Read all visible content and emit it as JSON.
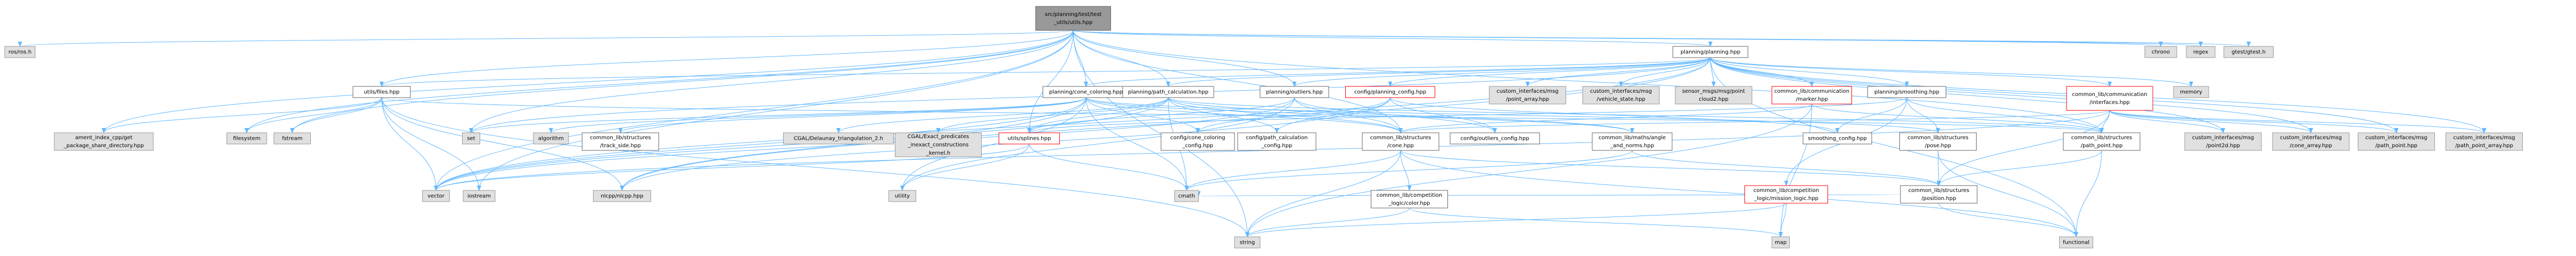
{
  "graph": {
    "root": "src/planning/test/test_utils/utils.hpp"
  },
  "styles": {
    "root": {
      "fill": "#999999",
      "stroke": "#666666"
    },
    "file": {
      "fill": "#ffffff",
      "stroke": "#666666"
    },
    "external": {
      "fill": "#e0e0e0",
      "stroke": "#999999"
    },
    "error": {
      "fill": "#ffffff",
      "stroke": "#ff0000"
    },
    "edge_color": "#63b8ff"
  },
  "nodes": [
    {
      "id": "root",
      "lines": [
        "src/planning/test/test",
        "_utils/utils.hpp"
      ],
      "kind": "root"
    },
    {
      "id": "ros",
      "lines": [
        "ros/ros.h"
      ],
      "kind": "external"
    },
    {
      "id": "chrono",
      "lines": [
        "chrono"
      ],
      "kind": "external"
    },
    {
      "id": "regex",
      "lines": [
        "regex"
      ],
      "kind": "external"
    },
    {
      "id": "gtest",
      "lines": [
        "gtest/gtest.h"
      ],
      "kind": "external"
    },
    {
      "id": "planning",
      "lines": [
        "planning/planning.hpp"
      ],
      "kind": "file"
    },
    {
      "id": "utils_files",
      "lines": [
        "utils/files.hpp"
      ],
      "kind": "file"
    },
    {
      "id": "cone_coloring",
      "lines": [
        "planning/cone_coloring.hpp"
      ],
      "kind": "file"
    },
    {
      "id": "path_calculation",
      "lines": [
        "planning/path_calculation.hpp"
      ],
      "kind": "file"
    },
    {
      "id": "outliers",
      "lines": [
        "planning/outliers.hpp"
      ],
      "kind": "file"
    },
    {
      "id": "planning_config",
      "lines": [
        "config/planning_config.hpp"
      ],
      "kind": "error"
    },
    {
      "id": "point_array",
      "lines": [
        "custom_interfaces/msg",
        "/point_array.hpp"
      ],
      "kind": "external"
    },
    {
      "id": "vehicle_state",
      "lines": [
        "custom_interfaces/msg",
        "/vehicle_state.hpp"
      ],
      "kind": "external"
    },
    {
      "id": "pointcloud2",
      "lines": [
        "sensor_msgs/msg/point",
        "cloud2.hpp"
      ],
      "kind": "external"
    },
    {
      "id": "marker",
      "lines": [
        "common_lib/communication",
        "/marker.hpp"
      ],
      "kind": "error"
    },
    {
      "id": "smoothing",
      "lines": [
        "planning/smoothing.hpp"
      ],
      "kind": "file"
    },
    {
      "id": "interfaces",
      "lines": [
        "common_lib/communication",
        "/interfaces.hpp"
      ],
      "kind": "error"
    },
    {
      "id": "memory",
      "lines": [
        "memory"
      ],
      "kind": "external"
    },
    {
      "id": "ament",
      "lines": [
        "ament_index_cpp/get",
        "_package_share_directory.hpp"
      ],
      "kind": "external"
    },
    {
      "id": "filesystem",
      "lines": [
        "filesystem"
      ],
      "kind": "external"
    },
    {
      "id": "fstream",
      "lines": [
        "fstream"
      ],
      "kind": "external"
    },
    {
      "id": "set",
      "lines": [
        "set"
      ],
      "kind": "external"
    },
    {
      "id": "algorithm",
      "lines": [
        "algorithm"
      ],
      "kind": "external"
    },
    {
      "id": "track_side",
      "lines": [
        "common_lib/structures",
        "/track_side.hpp"
      ],
      "kind": "file"
    },
    {
      "id": "delaunay",
      "lines": [
        "CGAL/Delaunay_triangulation_2.h"
      ],
      "kind": "external"
    },
    {
      "id": "exact_pred",
      "lines": [
        "CGAL/Exact_predicates",
        "_inexact_constructions",
        "_kernel.h"
      ],
      "kind": "external"
    },
    {
      "id": "splines",
      "lines": [
        "utils/splines.hpp"
      ],
      "kind": "error"
    },
    {
      "id": "cone_coloring_cfg",
      "lines": [
        "config/cone_coloring",
        "_config.hpp"
      ],
      "kind": "file"
    },
    {
      "id": "path_calc_cfg",
      "lines": [
        "config/path_calculation",
        "_config.hpp"
      ],
      "kind": "file"
    },
    {
      "id": "cone",
      "lines": [
        "common_lib/structures",
        "/cone.hpp"
      ],
      "kind": "file"
    },
    {
      "id": "outliers_cfg",
      "lines": [
        "config/outliers_config.hpp"
      ],
      "kind": "file"
    },
    {
      "id": "angle_norms",
      "lines": [
        "common_lib/maths/angle",
        "_and_norms.hpp"
      ],
      "kind": "file"
    },
    {
      "id": "smoothing_cfg",
      "lines": [
        "smoothing_config.hpp"
      ],
      "kind": "file"
    },
    {
      "id": "pose",
      "lines": [
        "common_lib/structures",
        "/pose.hpp"
      ],
      "kind": "file"
    },
    {
      "id": "path_point",
      "lines": [
        "common_lib/structures",
        "/path_point.hpp"
      ],
      "kind": "file"
    },
    {
      "id": "point2d",
      "lines": [
        "custom_interfaces/msg",
        "/point2d.hpp"
      ],
      "kind": "external"
    },
    {
      "id": "cone_array",
      "lines": [
        "custom_interfaces/msg",
        "/cone_array.hpp"
      ],
      "kind": "external"
    },
    {
      "id": "path_point_msg",
      "lines": [
        "custom_interfaces/msg",
        "/path_point.hpp"
      ],
      "kind": "external"
    },
    {
      "id": "path_point_array",
      "lines": [
        "custom_interfaces/msg",
        "/path_point_array.hpp"
      ],
      "kind": "external"
    },
    {
      "id": "vector",
      "lines": [
        "vector"
      ],
      "kind": "external"
    },
    {
      "id": "iostream",
      "lines": [
        "iostream"
      ],
      "kind": "external"
    },
    {
      "id": "nlcpp",
      "lines": [
        "nlcpp/nlcpp.hpp"
      ],
      "kind": "external"
    },
    {
      "id": "utility",
      "lines": [
        "utility"
      ],
      "kind": "external"
    },
    {
      "id": "cmath",
      "lines": [
        "cmath"
      ],
      "kind": "external"
    },
    {
      "id": "color",
      "lines": [
        "common_lib/competition",
        "_logic/color.hpp"
      ],
      "kind": "file"
    },
    {
      "id": "mission_logic",
      "lines": [
        "common_lib/competition",
        "_logic/mission_logic.hpp"
      ],
      "kind": "error"
    },
    {
      "id": "position",
      "lines": [
        "common_lib/structures",
        "/position.hpp"
      ],
      "kind": "file"
    },
    {
      "id": "string",
      "lines": [
        "string"
      ],
      "kind": "external"
    },
    {
      "id": "map",
      "lines": [
        "map"
      ],
      "kind": "external"
    },
    {
      "id": "functional",
      "lines": [
        "functional"
      ],
      "kind": "external"
    }
  ],
  "edges": [
    [
      "root",
      "ros"
    ],
    [
      "root",
      "chrono"
    ],
    [
      "root",
      "regex"
    ],
    [
      "root",
      "gtest"
    ],
    [
      "root",
      "planning"
    ],
    [
      "root",
      "utils_files"
    ],
    [
      "root",
      "ament"
    ],
    [
      "root",
      "filesystem"
    ],
    [
      "root",
      "fstream"
    ],
    [
      "root",
      "set"
    ],
    [
      "root",
      "vector"
    ],
    [
      "root",
      "string"
    ],
    [
      "root",
      "cone"
    ],
    [
      "root",
      "path_point"
    ],
    [
      "root",
      "cone_coloring"
    ],
    [
      "root",
      "path_calculation"
    ],
    [
      "root",
      "outliers"
    ],
    [
      "root",
      "splines"
    ],
    [
      "root",
      "iostream"
    ],
    [
      "planning",
      "cone_coloring"
    ],
    [
      "planning",
      "path_calculation"
    ],
    [
      "planning",
      "outliers"
    ],
    [
      "planning",
      "planning_config"
    ],
    [
      "planning",
      "point_array"
    ],
    [
      "planning",
      "vehicle_state"
    ],
    [
      "planning",
      "pointcloud2"
    ],
    [
      "planning",
      "marker"
    ],
    [
      "planning",
      "smoothing"
    ],
    [
      "planning",
      "interfaces"
    ],
    [
      "planning",
      "memory"
    ],
    [
      "planning",
      "utils_files"
    ],
    [
      "planning",
      "path_point_array"
    ],
    [
      "planning",
      "functional"
    ],
    [
      "planning",
      "point2d"
    ],
    [
      "planning",
      "cone_array"
    ],
    [
      "planning",
      "path_point_msg"
    ],
    [
      "planning",
      "nlcpp"
    ],
    [
      "planning",
      "set"
    ],
    [
      "planning",
      "vector"
    ],
    [
      "utils_files",
      "ament"
    ],
    [
      "utils_files",
      "filesystem"
    ],
    [
      "utils_files",
      "fstream"
    ],
    [
      "utils_files",
      "iostream"
    ],
    [
      "utils_files",
      "string"
    ],
    [
      "utils_files",
      "vector"
    ],
    [
      "utils_files",
      "nlcpp"
    ],
    [
      "utils_files",
      "path_point"
    ],
    [
      "cone_coloring",
      "set"
    ],
    [
      "cone_coloring",
      "algorithm"
    ],
    [
      "cone_coloring",
      "track_side"
    ],
    [
      "cone_coloring",
      "cone_coloring_cfg"
    ],
    [
      "cone_coloring",
      "cone"
    ],
    [
      "cone_coloring",
      "cmath"
    ],
    [
      "cone_coloring",
      "utility"
    ],
    [
      "cone_coloring",
      "vector"
    ],
    [
      "cone_coloring",
      "angle_norms"
    ],
    [
      "cone_coloring",
      "pose"
    ],
    [
      "cone_coloring",
      "nlcpp"
    ],
    [
      "path_calculation",
      "delaunay"
    ],
    [
      "path_calculation",
      "exact_pred"
    ],
    [
      "path_calculation",
      "splines"
    ],
    [
      "path_calculation",
      "path_calc_cfg"
    ],
    [
      "path_calculation",
      "cone"
    ],
    [
      "path_calculation",
      "path_point"
    ],
    [
      "path_calculation",
      "cmath"
    ],
    [
      "path_calculation",
      "vector"
    ],
    [
      "path_calculation",
      "angle_norms"
    ],
    [
      "outliers",
      "splines"
    ],
    [
      "outliers",
      "outliers_cfg"
    ],
    [
      "outliers",
      "cone"
    ],
    [
      "outliers",
      "vector"
    ],
    [
      "outliers",
      "utility"
    ],
    [
      "planning_config",
      "cone_coloring_cfg"
    ],
    [
      "planning_config",
      "path_calc_cfg"
    ],
    [
      "planning_config",
      "outliers_cfg"
    ],
    [
      "planning_config",
      "smoothing_cfg"
    ],
    [
      "planning_config",
      "nlcpp"
    ],
    [
      "marker",
      "cone"
    ],
    [
      "marker",
      "path_point"
    ],
    [
      "marker",
      "map"
    ],
    [
      "marker",
      "string"
    ],
    [
      "smoothing",
      "splines"
    ],
    [
      "smoothing",
      "smoothing_cfg"
    ],
    [
      "smoothing",
      "path_point"
    ],
    [
      "smoothing",
      "pose"
    ],
    [
      "smoothing",
      "mission_logic"
    ],
    [
      "interfaces",
      "cone"
    ],
    [
      "interfaces",
      "path_point"
    ],
    [
      "interfaces",
      "point2d"
    ],
    [
      "interfaces",
      "cone_array"
    ],
    [
      "interfaces",
      "path_point_msg"
    ],
    [
      "interfaces",
      "path_point_array"
    ],
    [
      "interfaces",
      "position"
    ],
    [
      "interfaces",
      "vector"
    ],
    [
      "splines",
      "utility"
    ],
    [
      "splines",
      "vector"
    ],
    [
      "splines",
      "cmath"
    ],
    [
      "cone",
      "color"
    ],
    [
      "cone",
      "position"
    ],
    [
      "cone",
      "cmath"
    ],
    [
      "cone",
      "string"
    ],
    [
      "cone",
      "functional"
    ],
    [
      "angle_norms",
      "cmath"
    ],
    [
      "angle_norms",
      "position"
    ],
    [
      "pose",
      "position"
    ],
    [
      "pose",
      "functional"
    ],
    [
      "path_point",
      "position"
    ],
    [
      "path_point",
      "functional"
    ],
    [
      "color",
      "string"
    ],
    [
      "color",
      "map"
    ],
    [
      "mission_logic",
      "string"
    ],
    [
      "mission_logic",
      "map"
    ],
    [
      "position",
      "cmath"
    ],
    [
      "position",
      "functional"
    ]
  ]
}
